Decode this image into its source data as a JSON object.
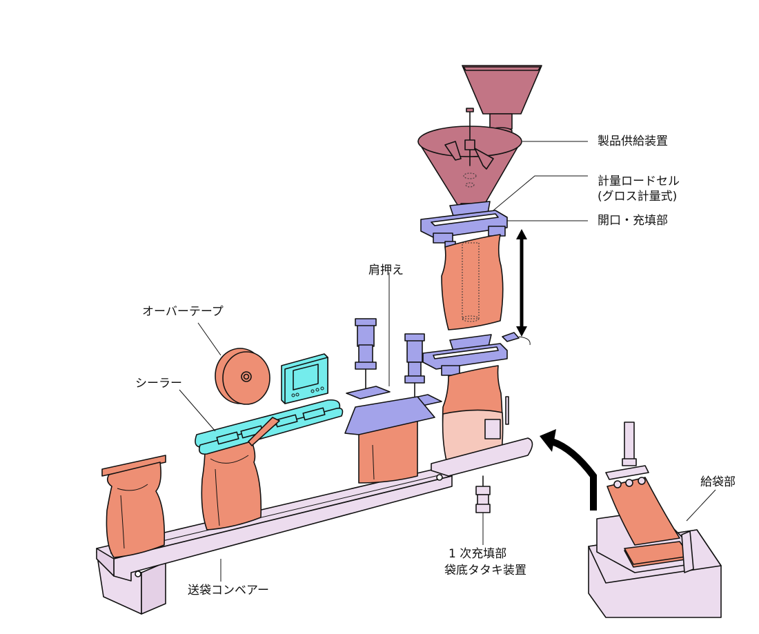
{
  "title": "袋充填包装ライン 構成図",
  "labels": {
    "product_feeder": "製品供給装置",
    "load_cell_line1": "計量ロードセル",
    "load_cell_line2": "(グロス計量式)",
    "opening_filling": "開口・充填部",
    "shoulder_press": "肩押え",
    "over_tape": "オーバーテープ",
    "sealer": "シーラー",
    "primary_fill_line1": "1 次充填部",
    "primary_fill_line2": "袋底タタキ装置",
    "bag_conveyor": "送袋コンベアー",
    "bag_feeder": "給袋部"
  },
  "colors": {
    "hopper": "#c27585",
    "clamp": "#a3a3ea",
    "bag": "#ee8f74",
    "bag_light": "#f6c8bc",
    "sealer": "#74ecec",
    "conveyor": "#ecdcee",
    "arrow": "#000000"
  }
}
